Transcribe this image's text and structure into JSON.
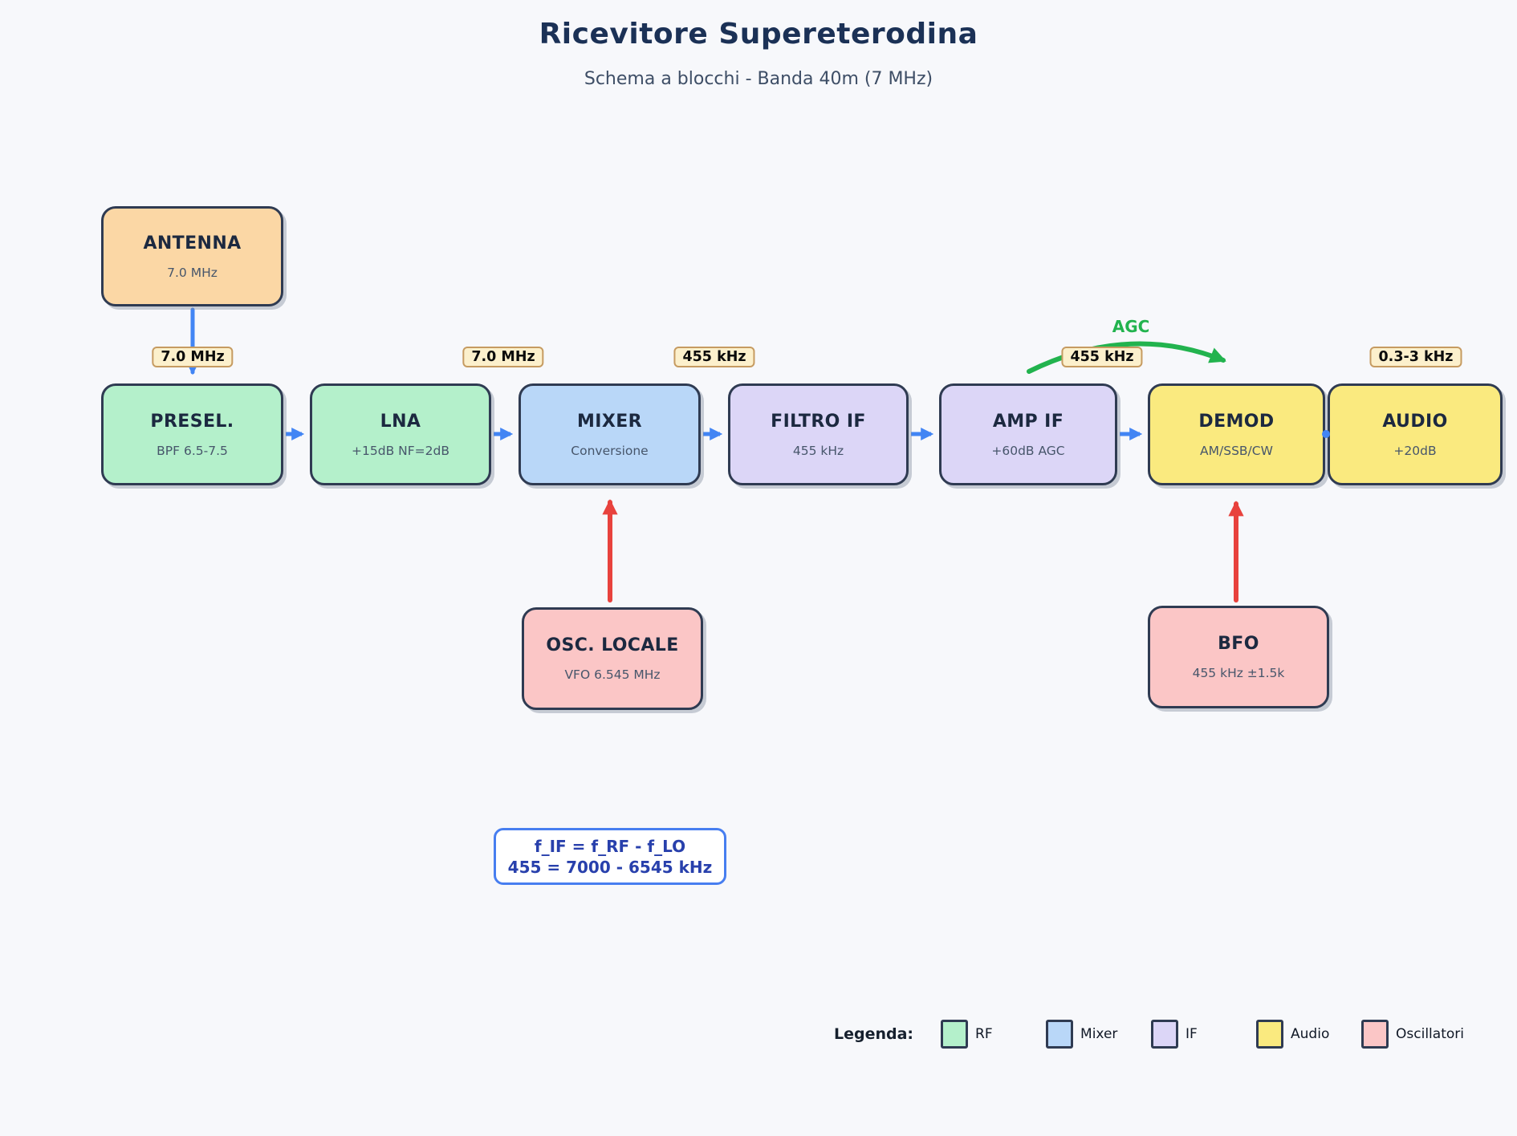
{
  "title": "Ricevitore Supereterodina",
  "subtitle": "Schema a blocchi - Banda 40m (7 MHz)",
  "blocks": [
    {
      "label": "ANTENNA",
      "sub": "7.0 MHz"
    },
    {
      "label": "PRESEL.",
      "sub": "BPF 6.5-7.5"
    },
    {
      "label": "LNA",
      "sub": "+15dB NF=2dB"
    },
    {
      "label": "MIXER",
      "sub": "Conversione"
    },
    {
      "label": "FILTRO IF",
      "sub": "455 kHz"
    },
    {
      "label": "AMP IF",
      "sub": "+60dB AGC"
    },
    {
      "label": "DEMOD",
      "sub": "AM/SSB/CW"
    },
    {
      "label": "AUDIO",
      "sub": "+20dB"
    },
    {
      "label": "OSC. LOCALE",
      "sub": "VFO 6.545 MHz"
    },
    {
      "label": "BFO",
      "sub": "455 kHz ±1.5k"
    }
  ],
  "badges": [
    {
      "text": "7.0 MHz"
    },
    {
      "text": "7.0 MHz"
    },
    {
      "text": "455 kHz"
    },
    {
      "text": "455 kHz"
    },
    {
      "text": "0.3-3 kHz"
    }
  ],
  "agc_label": "AGC",
  "formula": {
    "line1": "f_IF = f_RF - f_LO",
    "line2": "455 = 7000 - 6545 kHz"
  },
  "legend": {
    "title": "Legenda:",
    "items": [
      {
        "label": "RF",
        "color": "#B4F0CB"
      },
      {
        "label": "Mixer",
        "color": "#B9D7F8"
      },
      {
        "label": "IF",
        "color": "#DCD6F7"
      },
      {
        "label": "Audio",
        "color": "#FAEA7F"
      },
      {
        "label": "Oscillatori",
        "color": "#FBC6C6"
      }
    ]
  },
  "colors": {
    "background": "#F7F8FB",
    "block_border": "#2F3B52",
    "antenna_fill": "#FBD7A5",
    "rf_fill": "#B4F0CB",
    "mixer_fill": "#B9D7F8",
    "if_fill": "#DCD6F7",
    "audio_fill": "#FAEA7F",
    "oscillator_fill": "#FBC6C6",
    "arrow_blue": "#4285F4",
    "arrow_red": "#E8423D",
    "arrow_green": "#22B34E",
    "badge_bg": "#FCF0CC",
    "badge_border": "#C69B61",
    "formula_text": "#2840AC",
    "formula_border": "#477EF0",
    "title_text": "#1B3156"
  }
}
